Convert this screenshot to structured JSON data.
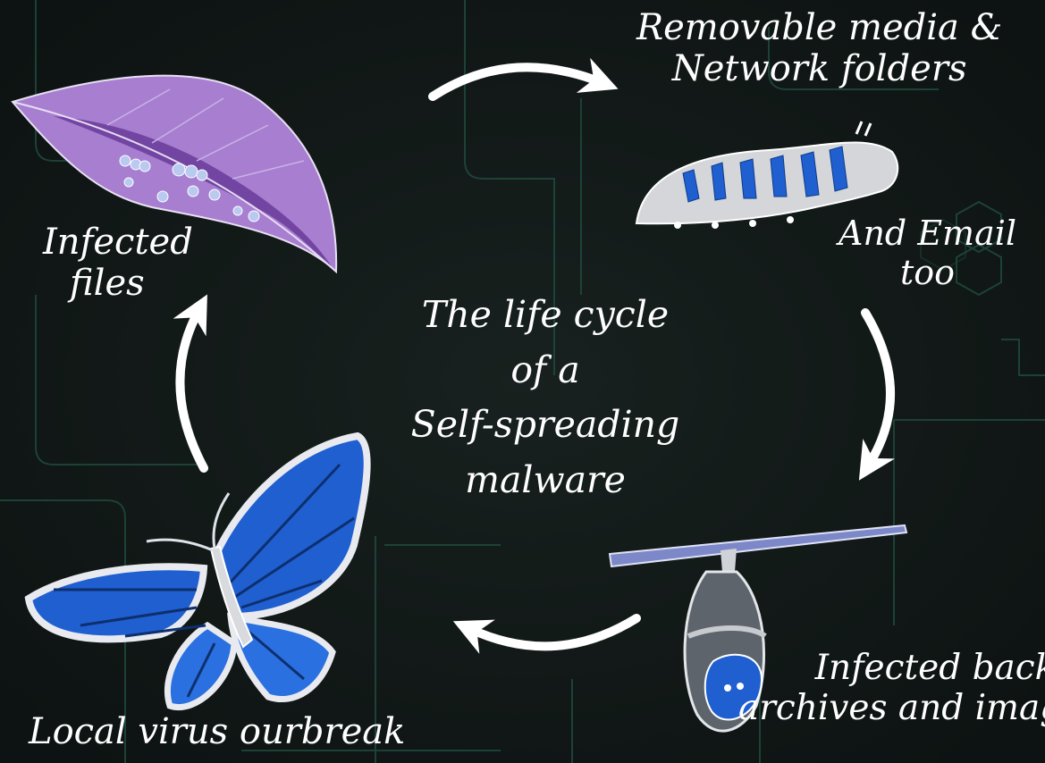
{
  "title_lines": [
    "The life cycle",
    "of a",
    "Self-spreading",
    "malware"
  ],
  "stages": {
    "removable": {
      "lines": [
        "Removable media &",
        "Network folders"
      ]
    },
    "email": {
      "lines": [
        "And Email",
        "too"
      ]
    },
    "infected_files": {
      "lines": [
        "Infected",
        "files"
      ]
    },
    "backup": {
      "lines": [
        "Infected backup",
        "archives and images"
      ]
    },
    "outbreak": {
      "lines": [
        "Local virus ourbreak"
      ]
    }
  },
  "colors": {
    "background": "#121a19",
    "circuit": "#1f4a3c",
    "leaf": "#a77ed0",
    "leaf_dark": "#6e3f9c",
    "wing_blue": "#1f5fd0",
    "body_gray": "#c9ccd0",
    "arrow": "#ffffff"
  },
  "icons": [
    "leaf-icon",
    "caterpillar-icon",
    "chrysalis-icon",
    "butterfly-icon",
    "arrow-icon"
  ]
}
